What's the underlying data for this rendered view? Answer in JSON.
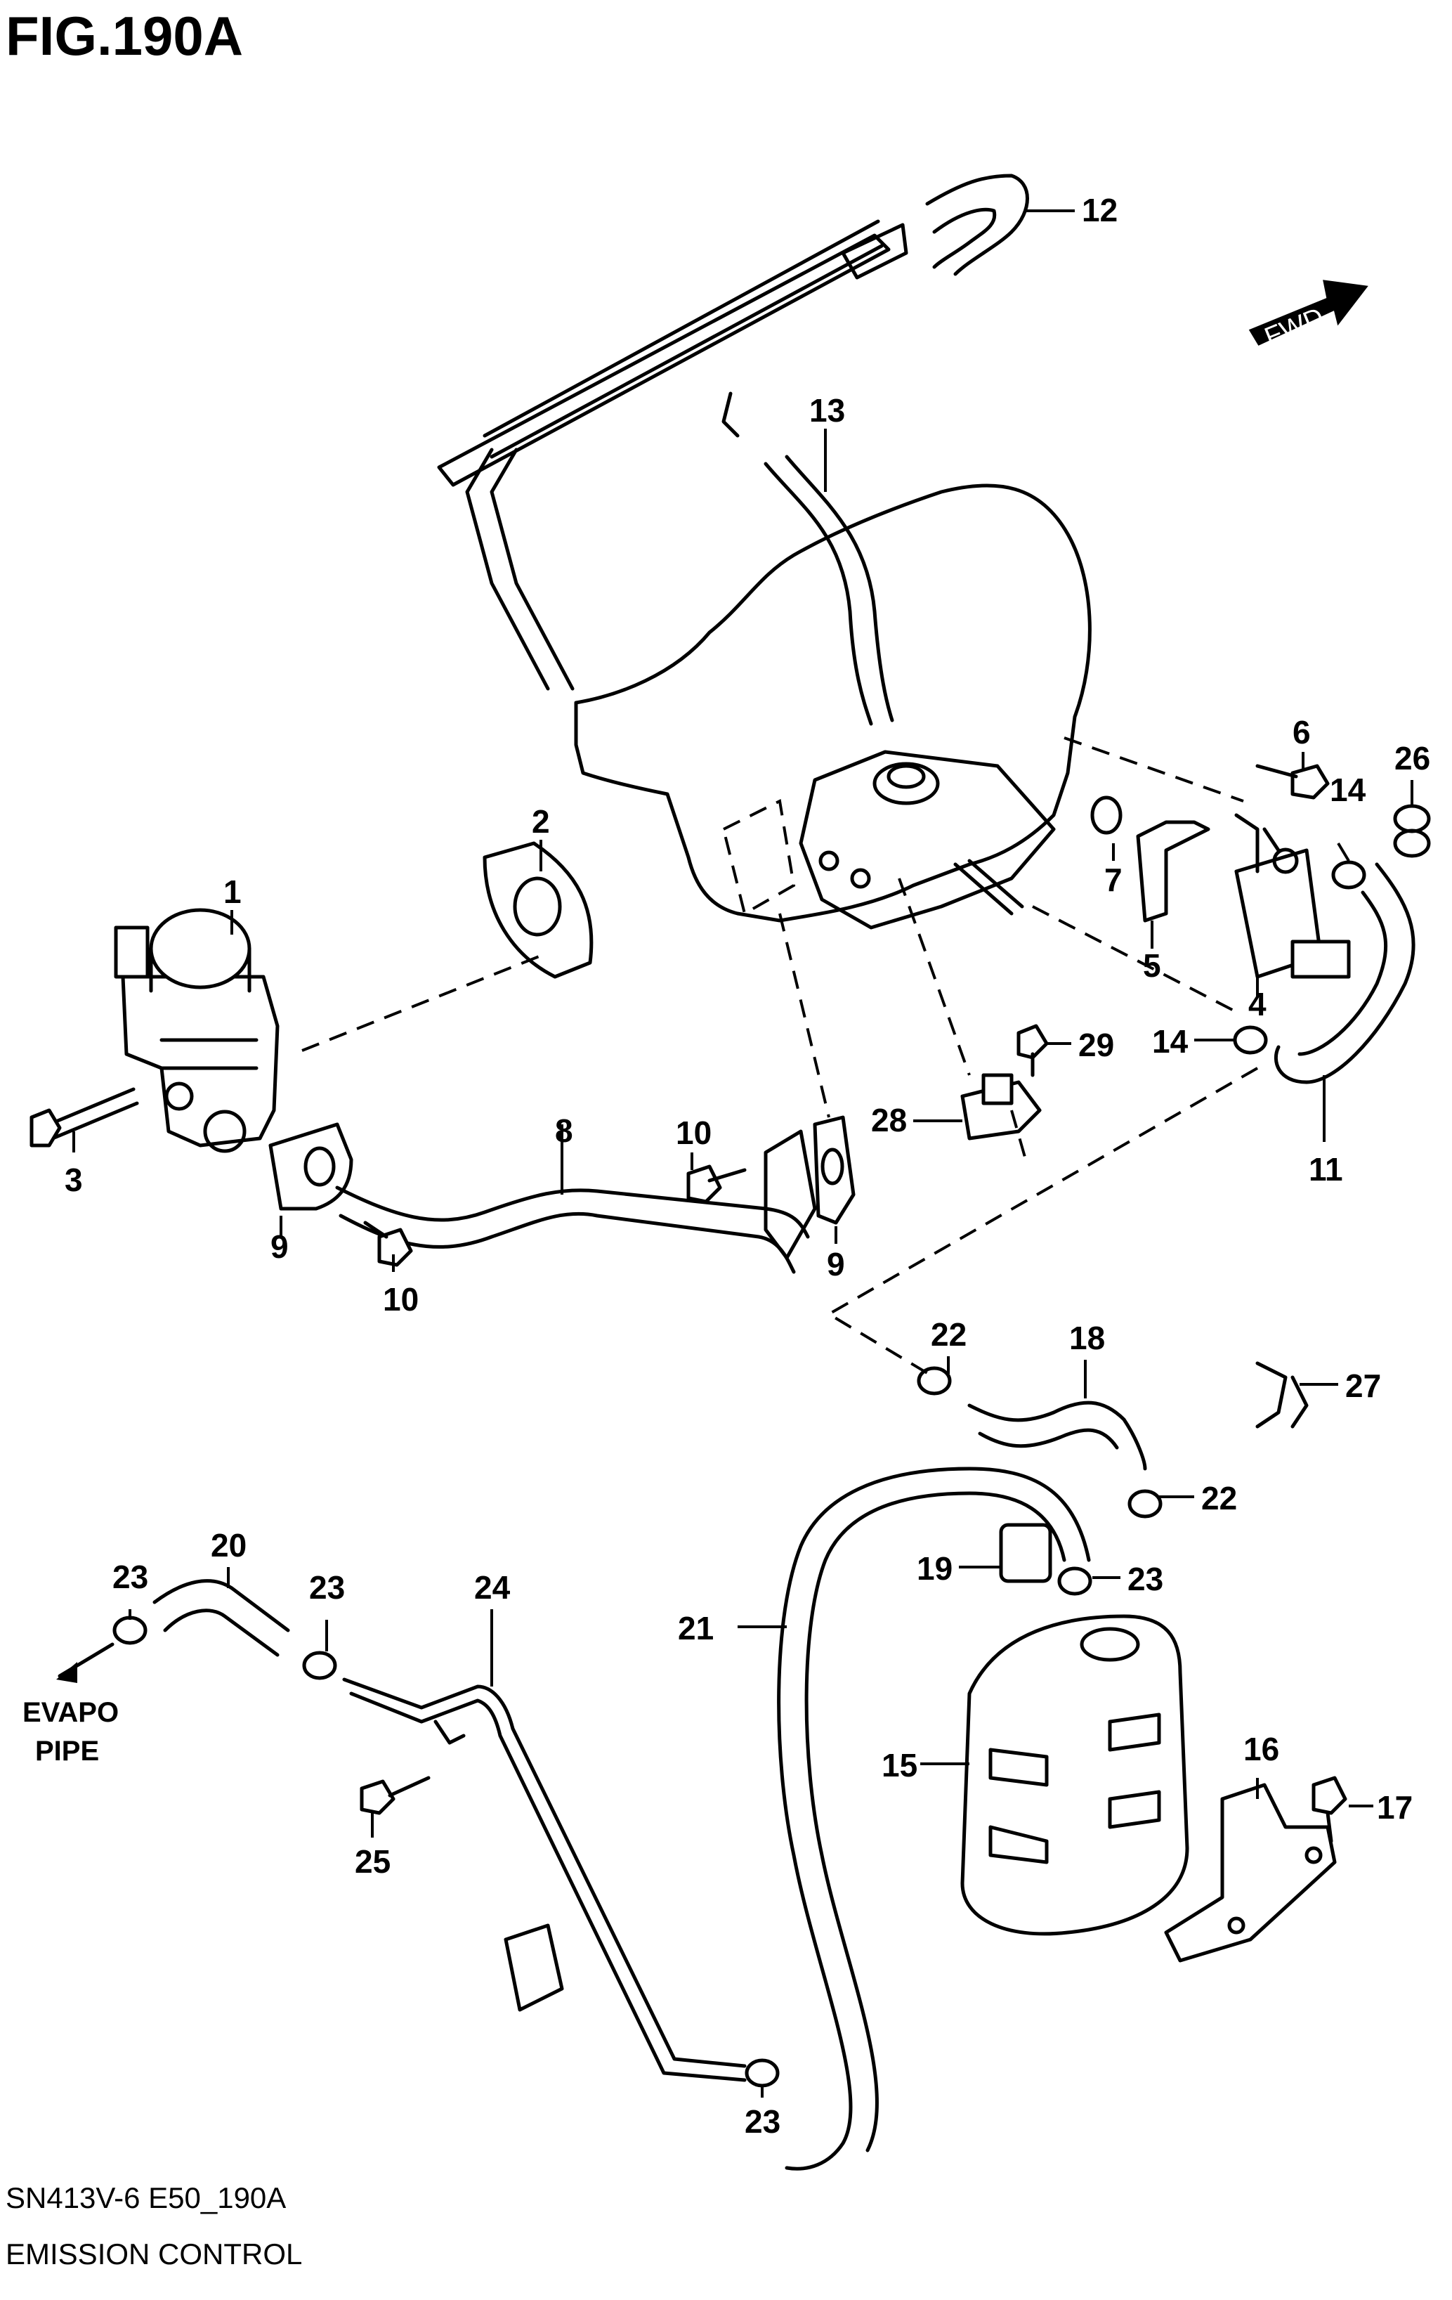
{
  "figure": {
    "title": "FIG.190A"
  },
  "footer": {
    "code": "SN413V-6 E50_190A",
    "caption": "EMISSION CONTROL"
  },
  "direction": {
    "label": "FWD"
  },
  "evap_label": {
    "line1": "EVAPO",
    "line2": "PIPE"
  },
  "callouts": [
    {
      "id": "c1",
      "label": "1"
    },
    {
      "id": "c2",
      "label": "2"
    },
    {
      "id": "c3",
      "label": "3"
    },
    {
      "id": "c4",
      "label": "4"
    },
    {
      "id": "c5",
      "label": "5"
    },
    {
      "id": "c6",
      "label": "6"
    },
    {
      "id": "c7",
      "label": "7"
    },
    {
      "id": "c8",
      "label": "8"
    },
    {
      "id": "c9a",
      "label": "9"
    },
    {
      "id": "c9b",
      "label": "9"
    },
    {
      "id": "c10a",
      "label": "10"
    },
    {
      "id": "c10b",
      "label": "10"
    },
    {
      "id": "c11",
      "label": "11"
    },
    {
      "id": "c12",
      "label": "12"
    },
    {
      "id": "c13",
      "label": "13"
    },
    {
      "id": "c14a",
      "label": "14"
    },
    {
      "id": "c14b",
      "label": "14"
    },
    {
      "id": "c15",
      "label": "15"
    },
    {
      "id": "c16",
      "label": "16"
    },
    {
      "id": "c17",
      "label": "17"
    },
    {
      "id": "c18",
      "label": "18"
    },
    {
      "id": "c19",
      "label": "19"
    },
    {
      "id": "c20",
      "label": "20"
    },
    {
      "id": "c21",
      "label": "21"
    },
    {
      "id": "c22a",
      "label": "22"
    },
    {
      "id": "c22b",
      "label": "22"
    },
    {
      "id": "c23a",
      "label": "23"
    },
    {
      "id": "c23b",
      "label": "23"
    },
    {
      "id": "c23c",
      "label": "23"
    },
    {
      "id": "c23d",
      "label": "23"
    },
    {
      "id": "c24",
      "label": "24"
    },
    {
      "id": "c25",
      "label": "25"
    },
    {
      "id": "c26",
      "label": "26"
    },
    {
      "id": "c27",
      "label": "27"
    },
    {
      "id": "c28",
      "label": "28"
    },
    {
      "id": "c29",
      "label": "29"
    }
  ]
}
